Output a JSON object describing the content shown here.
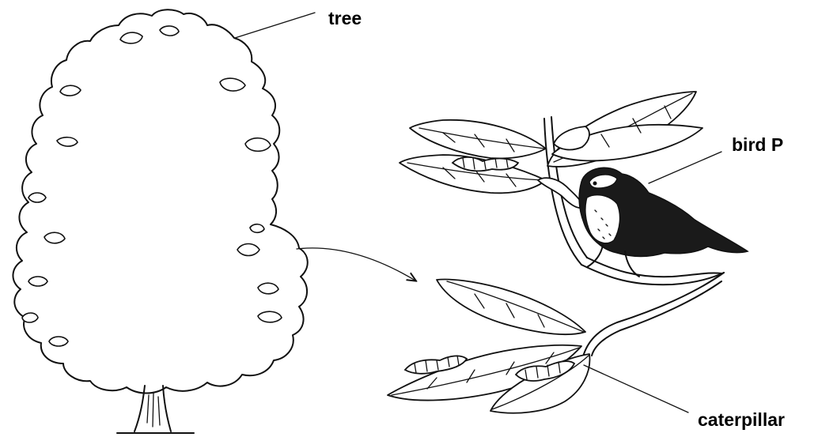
{
  "labels": {
    "tree": "tree",
    "bird": "bird P",
    "caterpillar": "caterpillar"
  }
}
